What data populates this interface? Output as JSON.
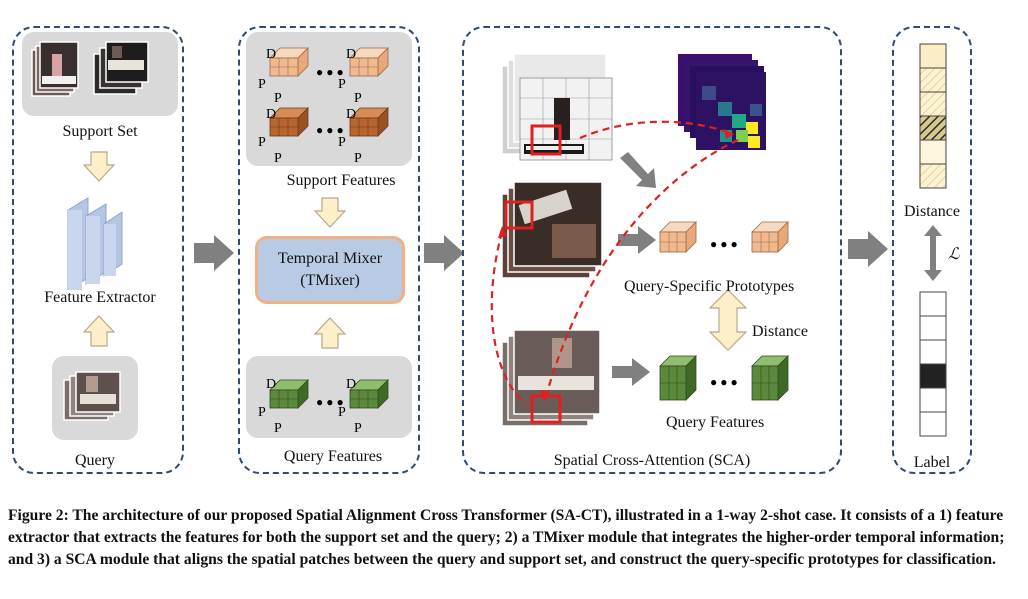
{
  "panels": {
    "left": {
      "support_label": "Support Set",
      "extractor_label": "Feature Extractor",
      "query_label": "Query"
    },
    "mid": {
      "support_features_label": "Support Features",
      "tmixer_line1": "Temporal  Mixer",
      "tmixer_line2": "(TMixer)",
      "query_features_label": "Query Features",
      "dim_d": "D",
      "dim_p": "P",
      "dots": "•••"
    },
    "sca": {
      "title": "Spatial Cross-Attention (SCA)",
      "prototypes_label": "Query-Specific Prototypes",
      "distance_label": "Distance",
      "query_features_label": "Query Features"
    },
    "right": {
      "distance_label": "Distance",
      "loss_symbol": "ℒ",
      "label_label": "Label"
    }
  },
  "colors": {
    "panel_border": "#2f4a73",
    "orange_feature": "#f0b98f",
    "brown_feature": "#b8652f",
    "green_feature": "#5b8a3c",
    "arrow_gray": "#808080",
    "arrow_cream": "#fdf0c8",
    "red_highlight": "#e02020"
  },
  "caption": {
    "text": "Figure 2: The architecture of our proposed Spatial Alignment Cross Transformer (SA-CT), illustrated in a 1-way 2-shot case. It consists of a 1) feature extractor that extracts the features for both the support set and the query; 2) a TMixer module that integrates the higher-order temporal information; and 3) a SCA module that aligns the spatial patches between the query and support set, and construct the query-specific prototypes for classification."
  }
}
